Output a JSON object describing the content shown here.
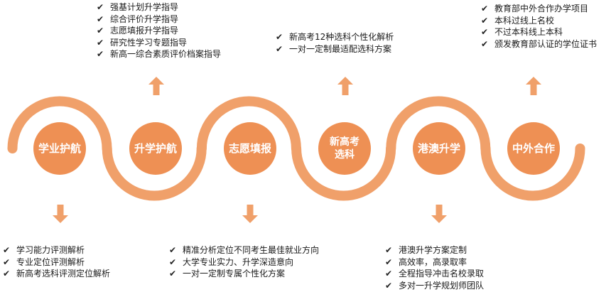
{
  "colors": {
    "accent": "#F0A06A",
    "circle": "#EE9054",
    "arrow": "#F0A06A"
  },
  "nodes": [
    {
      "label": "学业护航"
    },
    {
      "label": "升学护航"
    },
    {
      "label": "志愿填报"
    },
    {
      "label": "新高考选科",
      "lines": [
        "新高考",
        "选科"
      ]
    },
    {
      "label": "港澳升学"
    },
    {
      "label": "中外合作"
    }
  ],
  "lists": {
    "up_1": [
      "强基计划升学指导",
      "综合评价升学指导",
      "志愿填报升学指导",
      "研究性学习专题指导",
      "新高一综合素质评价档案指导"
    ],
    "up_3": [
      "新高考12种选科个性化解析",
      "一对一定制最适配选科方案"
    ],
    "up_5": [
      "教育部中外合作办学项目",
      "本科过线上名校",
      "不过本科线上本科",
      "颁发教育部认证的学位证书"
    ],
    "down_0": [
      "学习能力评测解析",
      "专业定位评测解析",
      "新高考选科评测定位解析"
    ],
    "down_2": [
      "精准分析定位不同考生最佳就业方向",
      "大学专业实力、升学深造意向",
      "一对一定制专属个性化方案"
    ],
    "down_4": [
      "港澳升学方案定制",
      "高效率，高录取率",
      "全程指导冲击名校录取",
      "多对一升学规划师团队"
    ]
  },
  "check_icon": "checkmark-icon"
}
